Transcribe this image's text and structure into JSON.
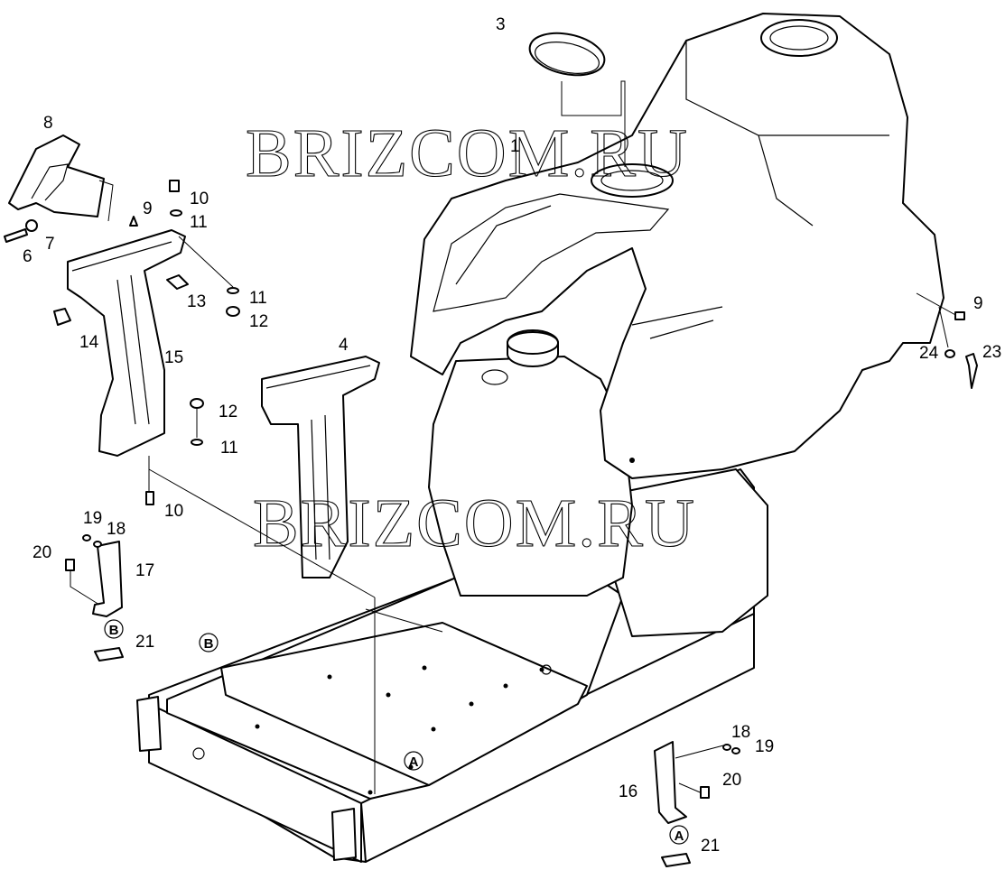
{
  "watermark": {
    "top": "BRIZCOM.RU",
    "middle": "BRIZCOM.RU"
  },
  "callouts": {
    "c1": "1",
    "c3": "3",
    "c4": "4",
    "c6": "6",
    "c7": "7",
    "c8": "8",
    "c9a": "9",
    "c9b": "9",
    "c10a": "10",
    "c10b": "10",
    "c11a": "11",
    "c11b": "11",
    "c11c": "11",
    "c12a": "12",
    "c12b": "12",
    "c13": "13",
    "c14": "14",
    "c15": "15",
    "c16": "16",
    "c17": "17",
    "c18a": "18",
    "c18b": "18",
    "c19a": "19",
    "c19b": "19",
    "c20a": "20",
    "c20b": "20",
    "c21a": "21",
    "c21b": "21",
    "c23": "23",
    "c24": "24"
  },
  "refs": {
    "A1": "A",
    "A2": "A",
    "B1": "B",
    "B2": "B"
  }
}
